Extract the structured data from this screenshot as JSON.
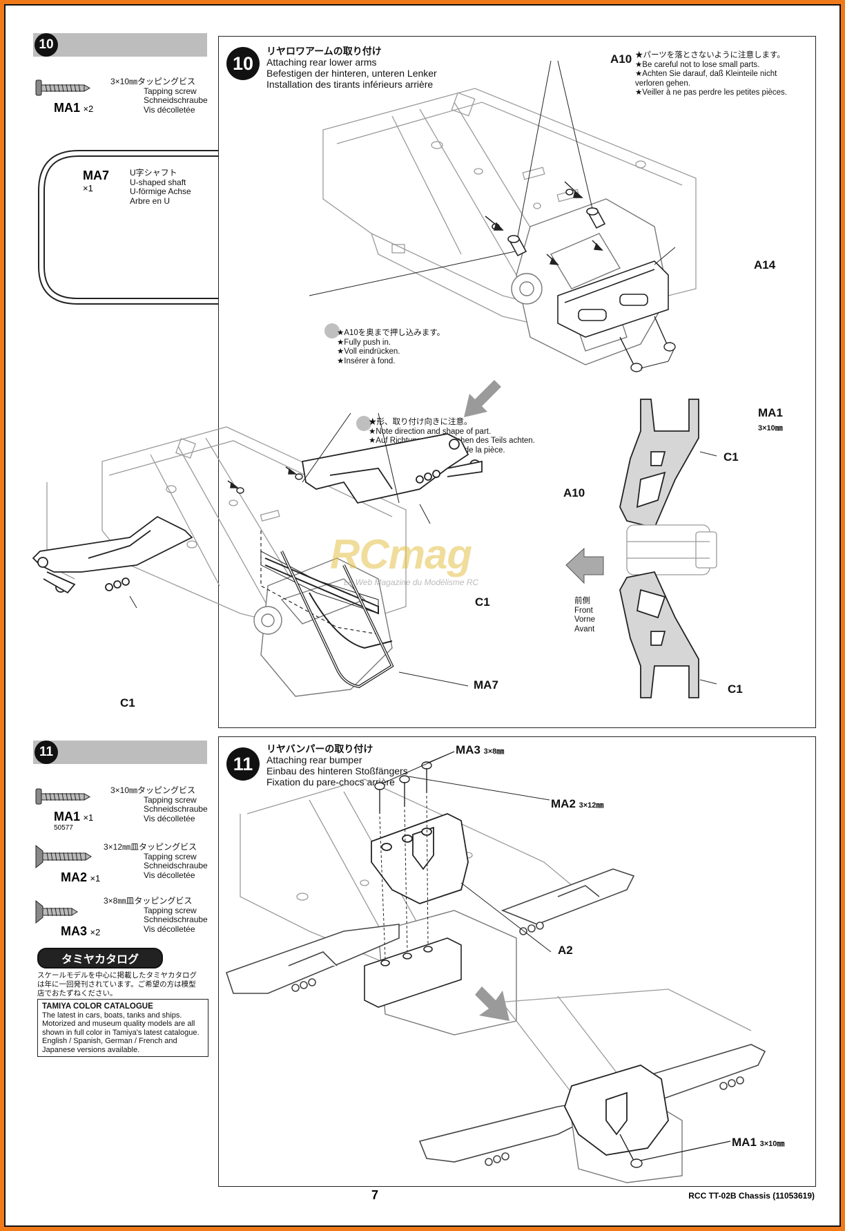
{
  "step10": {
    "number": "10",
    "title_jp": "リヤロワアームの取り付け",
    "title_en": "Attaching rear lower arms",
    "title_de": "Befestigen der hinteren, unteren Lenker",
    "title_fr": "Installation des tirants inférieurs arrière",
    "parts": [
      {
        "code": "MA1",
        "qty": "×2",
        "size": "3×10㎜タッピングビス",
        "en": "Tapping screw",
        "de": "Schneidschraube",
        "fr": "Vis décolletée"
      },
      {
        "code": "MA7",
        "qty": "×1",
        "size": "U字シャフト",
        "en": "U-shaped shaft",
        "de": "U-förmige Achse",
        "fr": "Arbre en U"
      }
    ],
    "note_small_parts": [
      "★パーツを落とさないように注意します。",
      "★Be careful not to lose small parts.",
      "★Achten Sie darauf, daß Kleinteile nicht",
      "verloren gehen.",
      "★Veiller à ne pas perdre les petites pièces."
    ],
    "note_push": [
      "★A10を奥まで押し込みます。",
      "★Fully push in.",
      "★Voll eindrücken.",
      "★Insérer à fond."
    ],
    "note_direction": [
      "★形、取り付け向きに注意。",
      "★Note direction and shape of part.",
      "★Auf Richtung und Aussehen des Teils achten.",
      "★Noter le sens et la forme de la pièce."
    ],
    "labels": {
      "a10_top": "A10",
      "a14": "A14",
      "ma1": "MA1",
      "ma1_size": "3×10㎜",
      "c1_right_top": "C1",
      "c1_right_bottom": "C1",
      "a10_mid": "A10",
      "c1_mid": "C1",
      "c1_left": "C1",
      "ma7": "MA7"
    },
    "front": [
      "前側",
      "Front",
      "Vorne",
      "Avant"
    ]
  },
  "step11": {
    "number": "11",
    "title_jp": "リヤバンパーの取り付け",
    "title_en": "Attaching rear bumper",
    "title_de": "Einbau des hinteren Stoßfängers",
    "title_fr": "Fixation du pare-chocs arrière",
    "parts": [
      {
        "code": "MA1",
        "qty": "×1",
        "sub": "50577",
        "size": "3×10㎜タッピングビス",
        "en": "Tapping screw",
        "de": "Schneidschraube",
        "fr": "Vis décolletée"
      },
      {
        "code": "MA2",
        "qty": "×1",
        "size": "3×12㎜皿タッピングビス",
        "en": "Tapping screw",
        "de": "Schneidschraube",
        "fr": "Vis décolletée"
      },
      {
        "code": "MA3",
        "qty": "×2",
        "size": "3×8㎜皿タッピングビス",
        "en": "Tapping screw",
        "de": "Schneidschraube",
        "fr": "Vis décolletée"
      }
    ],
    "labels": {
      "ma3": "MA3",
      "ma3_size": "3×8㎜",
      "ma2": "MA2",
      "ma2_size": "3×12㎜",
      "a2": "A2",
      "ma1": "MA1",
      "ma1_size": "3×10㎜"
    }
  },
  "catalog": {
    "heading": "タミヤカタログ",
    "jp_text": "スケールモデルを中心に掲載したタミヤカタログは年に一回発刊されています。ご希望の方は模型店でおたずねください。",
    "title": "TAMIYA COLOR CATALOGUE",
    "body": "The latest in cars, boats, tanks and ships. Motorized and museum quality models are all shown in full color in Tamiya's latest catalogue. English / Spanish, German / French and Japanese versions available."
  },
  "watermark": {
    "brand": "RCmag",
    "sub": "Le Web Magazine du Modélisme RC"
  },
  "footer": {
    "page": "7",
    "title": "RCC TT-02B Chassis (11053619)"
  }
}
